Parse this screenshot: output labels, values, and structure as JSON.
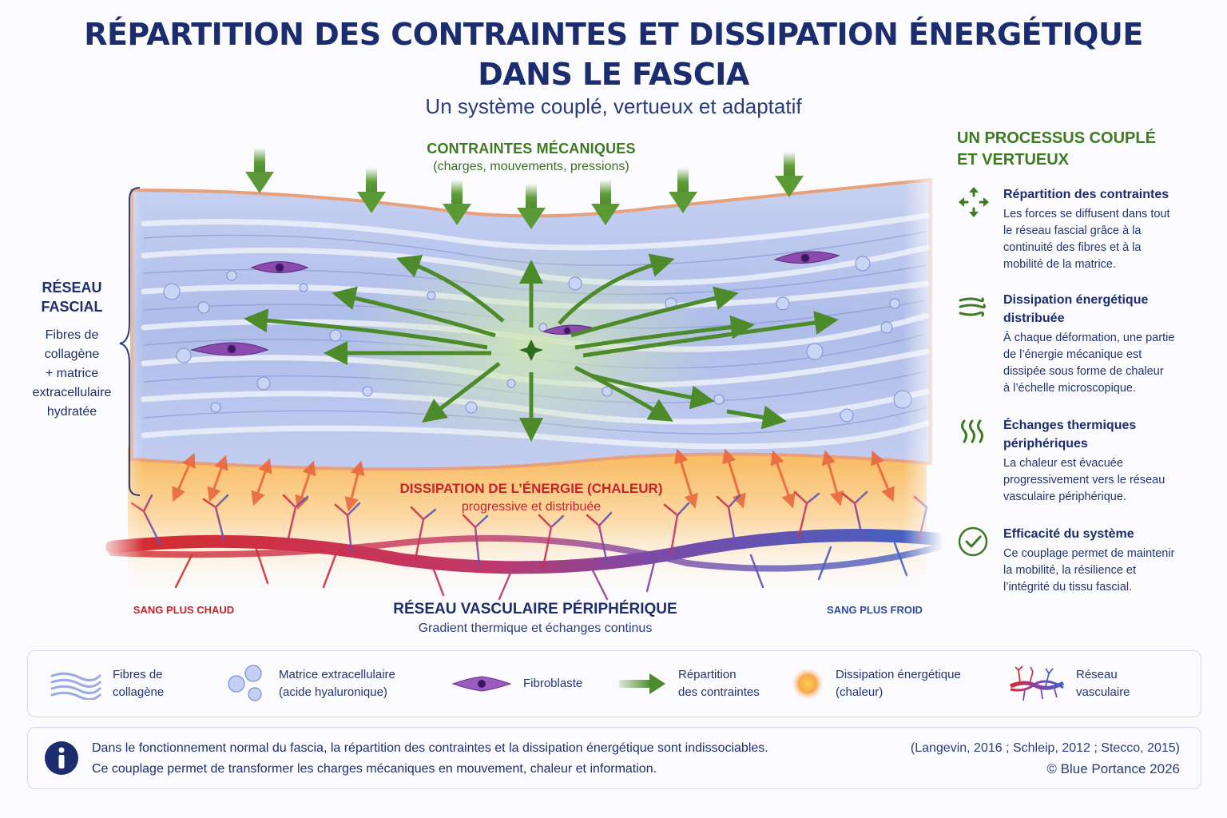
{
  "header": {
    "title_line1": "RÉPARTITION DES CONTRAINTES ET DISSIPATION ÉNERGÉTIQUE",
    "title_line2": "DANS LE FASCIA",
    "subtitle": "Un système couplé, vertueux et adaptatif"
  },
  "illustration": {
    "stress": {
      "title": "CONTRAINTES MÉCANIQUES",
      "subtitle": "(charges, mouvements, pressions)"
    },
    "fascial_network": {
      "title_line1": "RÉSEAU",
      "title_line2": "FASCIAL",
      "desc_lines": [
        "Fibres de",
        "collagène",
        "+ matrice",
        "extracellulaire",
        "hydratée"
      ]
    },
    "heat": {
      "title": "DISSIPATION DE L’ÉNERGIE (CHALEUR)",
      "subtitle": "progressive et distribuée"
    },
    "vascular": {
      "title": "RÉSEAU VASCULAIRE PÉRIPHÉRIQUE",
      "subtitle": "Gradient thermique et échanges continus",
      "hot_label": "SANG PLUS CHAUD",
      "cold_label": "SANG PLUS FROID"
    }
  },
  "panel": {
    "title_line1": "UN PROCESSUS COUPLÉ",
    "title_line2": "ET VERTUEUX",
    "items": [
      {
        "icon": "four-arrows-icon",
        "title": "Répartition des contraintes",
        "body": [
          "Les forces se diffusent dans tout",
          "le réseau fascial grâce à la",
          "continuité des fibres et à la",
          "mobilité de la matrice."
        ]
      },
      {
        "icon": "wind-waves-icon",
        "title_lines": [
          "Dissipation énergétique",
          "distribuée"
        ],
        "body": [
          "À chaque déformation, une partie",
          "de l’énergie mécanique est",
          "dissipée sous forme de chaleur",
          "à l’échelle microscopique."
        ]
      },
      {
        "icon": "heat-waves-icon",
        "title_lines": [
          "Échanges thermiques",
          "périphériques"
        ],
        "body": [
          "La chaleur est évacuée",
          "progressivement vers le réseau",
          "vasculaire périphérique."
        ]
      },
      {
        "icon": "check-circle-icon",
        "title": "Efficacité du système",
        "body": [
          "Ce couplage permet de maintenir",
          "la mobilité, la résilience et",
          "l’intégrité du tissu fascial."
        ]
      }
    ]
  },
  "legend": {
    "items": [
      {
        "icon": "collagen-fibers-icon",
        "line1": "Fibres de",
        "line2": "collagène"
      },
      {
        "icon": "bubbles-icon",
        "line1": "Matrice extracellulaire",
        "line2": "(acide hyaluronique)"
      },
      {
        "icon": "fibroblast-icon",
        "line1": "Fibroblaste",
        "line2": ""
      },
      {
        "icon": "green-arrow-icon",
        "line1": "Répartition",
        "line2": "des contraintes"
      },
      {
        "icon": "heat-glow-icon",
        "line1": "Dissipation énergétique",
        "line2": "(chaleur)"
      },
      {
        "icon": "vascular-network-icon",
        "line1": "Réseau",
        "line2": "vasculaire"
      }
    ]
  },
  "info": {
    "line1": "Dans le fonctionnement normal du fascia, la répartition des contraintes et la dissipation énergétique sont indissociables.",
    "line2": "Ce couplage permet de transformer les charges mécaniques en mouvement, chaleur et information.",
    "references": "(Langevin, 2016 ; Schleip, 2012 ; Stecco, 2015)",
    "copyright": "© Blue Portance 2026"
  },
  "colors": {
    "title_navy": "#1b2d6e",
    "green": "#3d7a22",
    "red": "#c7232b",
    "blue_vein": "#2c4da0",
    "tissue_blue": "#aab8e8",
    "fibroblast_purple": "#7a3d9a"
  }
}
